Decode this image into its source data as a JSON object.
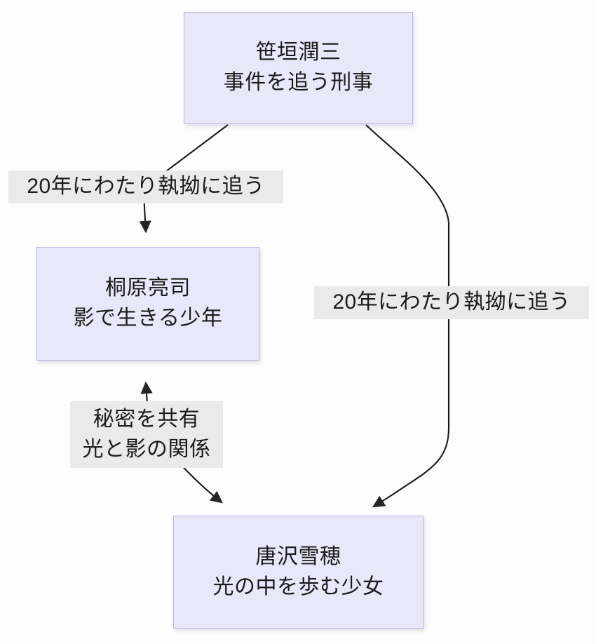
{
  "diagram": {
    "type": "relationship-graph",
    "background_color": "#fdfdfd",
    "node_fill_color": "#e8e8fa",
    "node_border_color": "#b7b7e3",
    "edge_color": "#1a1a1a",
    "label_background_color": "#eaeaea",
    "text_color": "#1b1b1b",
    "nodes": [
      {
        "id": "sasagaki",
        "name_line": "笹垣潤三",
        "role_line": "事件を追う刑事"
      },
      {
        "id": "kirihara",
        "name_line": "桐原亮司",
        "role_line": "影で生きる少年"
      },
      {
        "id": "karasawa",
        "name_line": "唐沢雪穂",
        "role_line": "光の中を歩む少女"
      }
    ],
    "edges": [
      {
        "id": "sasagaki-to-kirihara",
        "from": "sasagaki",
        "to": "kirihara",
        "label": "20年にわたり執拗に追う"
      },
      {
        "id": "sasagaki-to-karasawa",
        "from": "sasagaki",
        "to": "karasawa",
        "label": "20年にわたり執拗に追う"
      },
      {
        "id": "karasawa-to-kirihara",
        "from": "karasawa",
        "to": "kirihara",
        "label_line_1": "秘密を共有",
        "label_line_2": "光と影の関係"
      },
      {
        "id": "kirihara-to-karasawa",
        "from": "kirihara",
        "to": "karasawa",
        "label_line_1": "秘密を共有",
        "label_line_2": "光と影の関係"
      }
    ]
  }
}
